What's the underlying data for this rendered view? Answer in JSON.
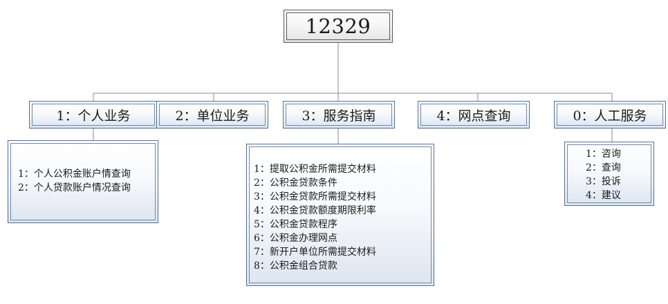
{
  "root": {
    "label": "12329"
  },
  "categories": [
    {
      "label": "1：个人业务",
      "items": [
        "1：个人公积金账户情查询",
        "2：个人贷款账户情况查询"
      ]
    },
    {
      "label": "2：单位业务",
      "items": []
    },
    {
      "label": "3：服务指南",
      "items": [
        "1：提取公积金所需提交材料",
        "2：公积金贷款条件",
        "3：公积金贷款所需提交材料",
        "4：公积金贷款额度期限利率",
        "5：公积金贷款程序",
        "6：公积金办理网点",
        "7：新开户单位所需提交材料",
        "8：公积金组合贷款"
      ]
    },
    {
      "label": "4：网点查询",
      "items": []
    },
    {
      "label": "0：人工服务",
      "items": [
        "1：咨询",
        "2：查询",
        "3：投诉",
        "4：建议"
      ]
    }
  ],
  "colors": {
    "border": "#4f6f95",
    "connector": "#8a8a8a",
    "root_border": "#5a5a5a"
  }
}
